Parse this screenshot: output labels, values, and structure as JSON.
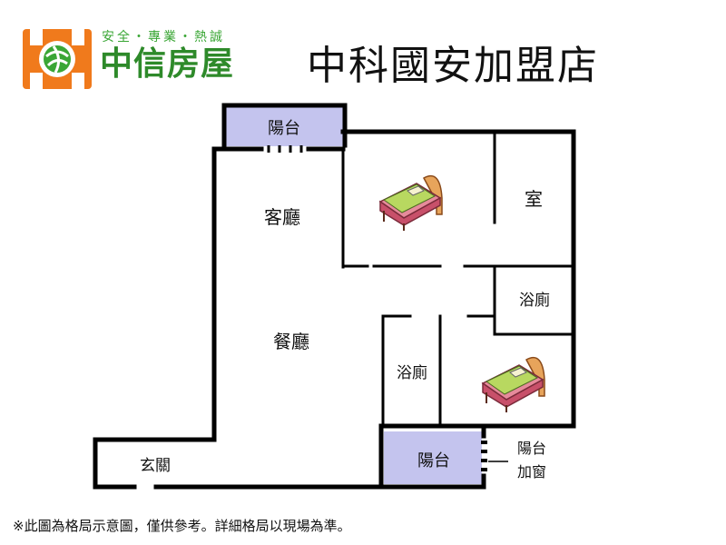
{
  "header": {
    "slogan": "安全・專業・熱誠",
    "brand": "中信房屋",
    "store_name": "中科國安加盟店",
    "logo_icon": "globe-logo-icon",
    "colors": {
      "brand_orange": "#f07a1c",
      "brand_green": "#2e8a2a"
    }
  },
  "plan": {
    "balcony_top": "陽台",
    "living_room": "客廳",
    "room": "室",
    "bathroom_right": "浴廁",
    "dining_room": "餐廳",
    "bathroom_middle": "浴廁",
    "entrance": "玄關",
    "balcony_bottom": "陽台",
    "balcony_window_line1": "陽台",
    "balcony_window_line2": "加窗",
    "colors": {
      "balcony_fill": "#c4c4ee",
      "wall": "#000000"
    }
  },
  "footer": {
    "note": "※此圖為格局示意圖，僅供參考。詳細格局以現場為準。"
  }
}
